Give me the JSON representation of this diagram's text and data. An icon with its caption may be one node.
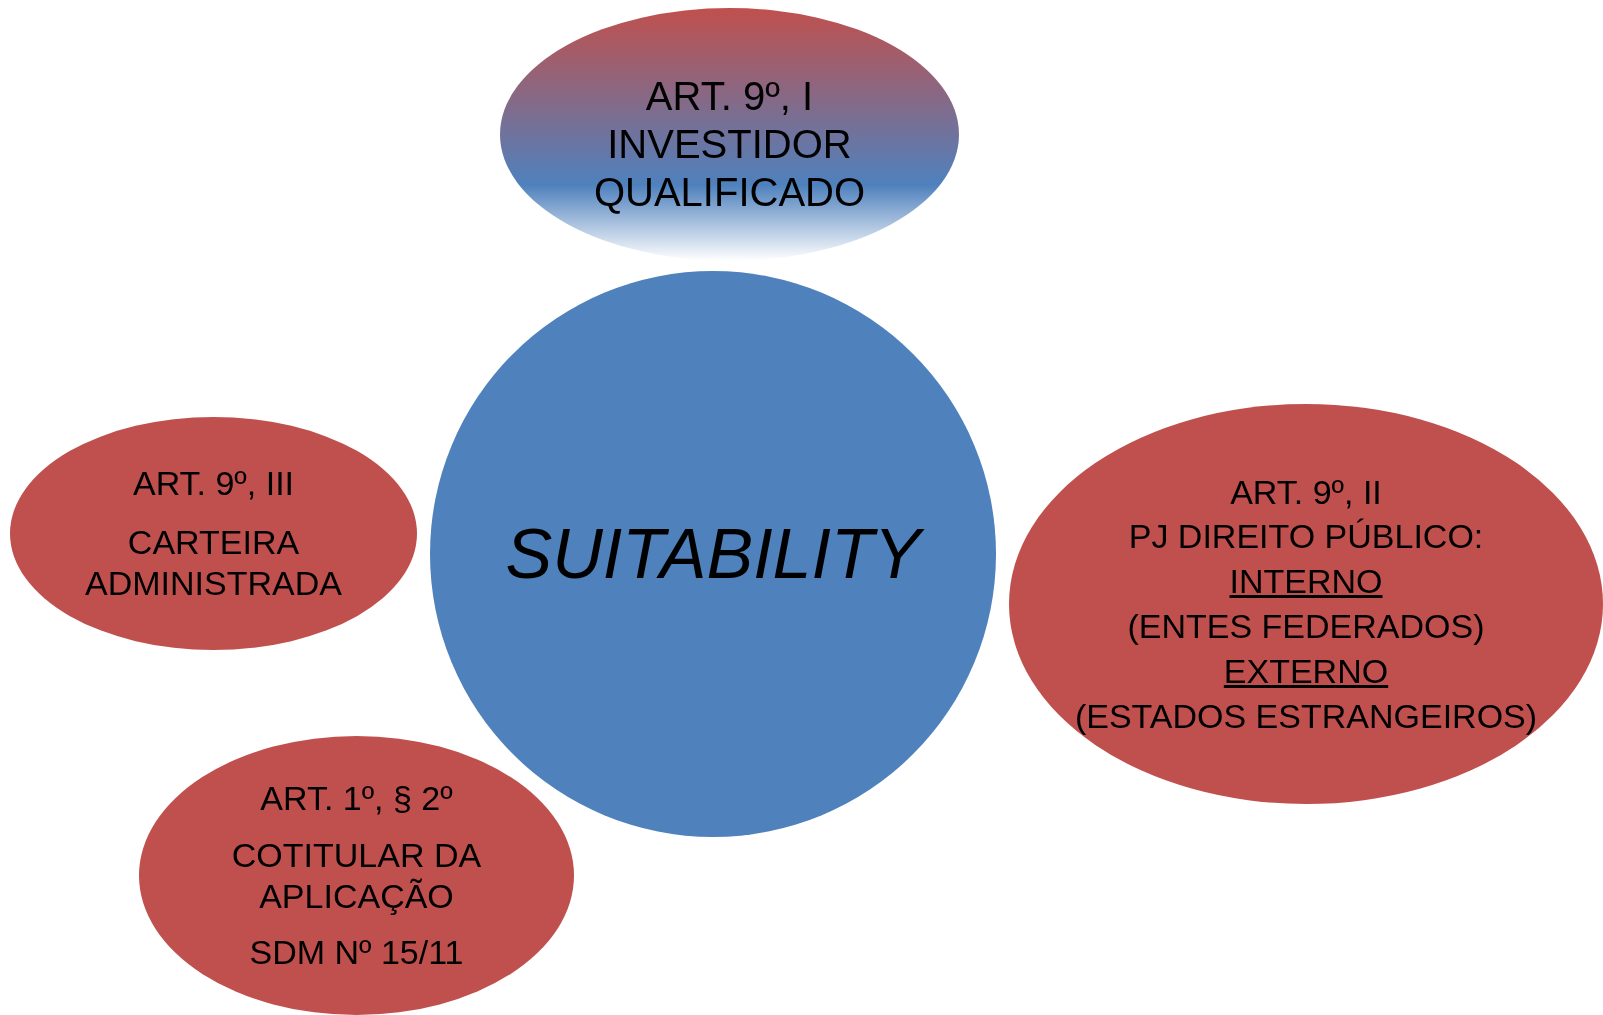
{
  "diagram": {
    "nodes": [
      {
        "text": [
          "ART. 9º, I",
          "INVESTIDOR QUALIFICADO"
        ]
      },
      {
        "text": [
          "SUITABILITY"
        ]
      },
      {
        "text": [
          "ART. 9º, II",
          "PJ DIREITO PÚBLICO:",
          "INTERNO",
          "(ENTES FEDERADOS)",
          "EXTERNO",
          "(ESTADOS ESTRANGEIROS)"
        ]
      },
      {
        "text": [
          "ART. 9º, III",
          "CARTEIRA ADMINISTRADA"
        ]
      },
      {
        "text": [
          "ART. 1º, § 2º",
          "COTITULAR DA APLICAÇÃO",
          "SDM Nº 15/11"
        ]
      }
    ],
    "edges": []
  }
}
